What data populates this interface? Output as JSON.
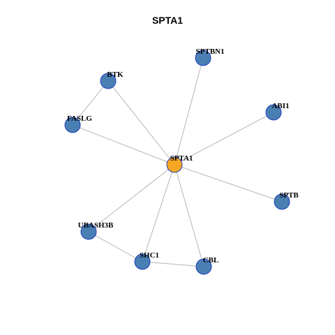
{
  "title": "SPTA1",
  "graph": {
    "center_color": "#f5a623",
    "node_color": "#4a7fb3",
    "node_stroke": "#1f3fbf",
    "edge_color": "#b5b5b5",
    "nodes": [
      {
        "id": "SPTA1",
        "label": "SPTA1",
        "role": "center"
      },
      {
        "id": "SPTBN1",
        "label": "SPTBN1",
        "role": "neighbor"
      },
      {
        "id": "BTK",
        "label": "BTK",
        "role": "neighbor"
      },
      {
        "id": "ABI1",
        "label": "ABI1",
        "role": "neighbor"
      },
      {
        "id": "FASLG",
        "label": "FASLG",
        "role": "neighbor"
      },
      {
        "id": "SPTB",
        "label": "SPTB",
        "role": "neighbor"
      },
      {
        "id": "UBASH3B",
        "label": "UBASH3B",
        "role": "neighbor"
      },
      {
        "id": "SHC1",
        "label": "SHC1",
        "role": "neighbor"
      },
      {
        "id": "CBL",
        "label": "CBL",
        "role": "neighbor"
      }
    ],
    "edges": [
      [
        "SPTA1",
        "SPTBN1"
      ],
      [
        "SPTA1",
        "BTK"
      ],
      [
        "SPTA1",
        "ABI1"
      ],
      [
        "SPTA1",
        "FASLG"
      ],
      [
        "SPTA1",
        "SPTB"
      ],
      [
        "SPTA1",
        "UBASH3B"
      ],
      [
        "SPTA1",
        "SHC1"
      ],
      [
        "SPTA1",
        "CBL"
      ],
      [
        "BTK",
        "FASLG"
      ],
      [
        "UBASH3B",
        "SHC1"
      ],
      [
        "SHC1",
        "CBL"
      ]
    ]
  }
}
